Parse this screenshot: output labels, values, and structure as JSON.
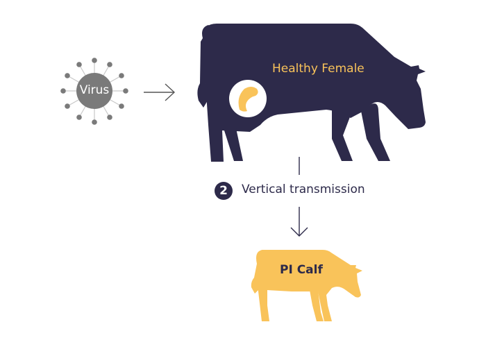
{
  "virus": {
    "label": "Virus",
    "color": "#7a7a7a",
    "spike_color": "#c8c8c8"
  },
  "healthy_female": {
    "label": "Healthy Female",
    "body_color": "#2d2a4a",
    "label_color": "#f9c35a"
  },
  "fetus": {
    "circle_color": "#ffffff",
    "shape_color": "#f9c35a"
  },
  "step": {
    "number": "2",
    "label": "Vertical transmission",
    "color": "#2d2a4a"
  },
  "calf": {
    "label": "PI Calf",
    "body_color": "#f9c35a",
    "label_color": "#2d2a4a"
  },
  "arrows": {
    "horizontal_color": "#555555",
    "vertical_color": "#2d2a4a"
  }
}
